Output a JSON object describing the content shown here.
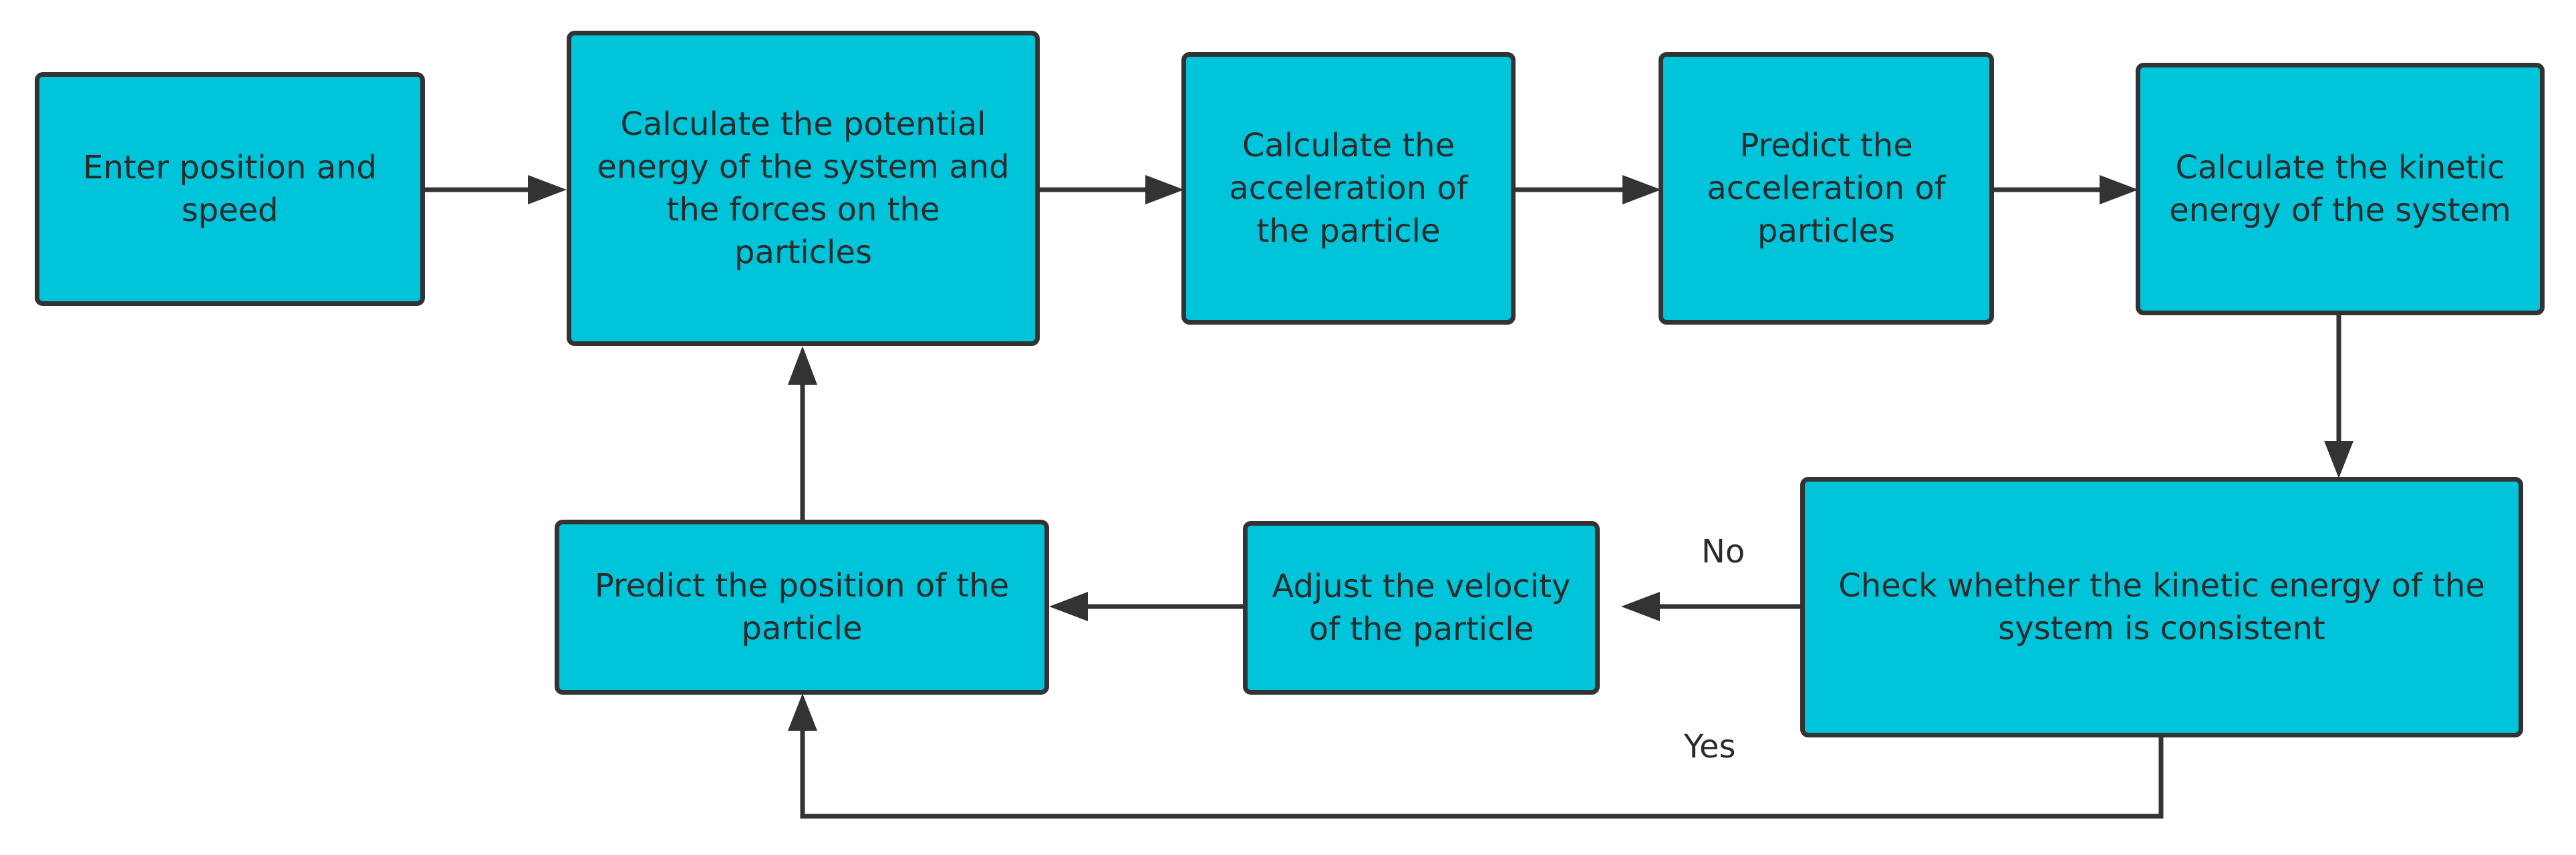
{
  "diagram": {
    "fill_color": "#00c5da",
    "stroke_color": "#333333",
    "text_color": "#2b2b2b",
    "nodes": [
      {
        "id": "enter",
        "label": "Enter position and speed"
      },
      {
        "id": "potential",
        "label": "Calculate the potential energy of the system and the forces on the particles"
      },
      {
        "id": "accel_calc",
        "label": "Calculate the acceleration of the particle"
      },
      {
        "id": "accel_predict",
        "label": "Predict the acceleration of particles"
      },
      {
        "id": "kinetic",
        "label": "Calculate the kinetic energy of the system"
      },
      {
        "id": "check",
        "label": "Check whether the kinetic energy of the system is consistent"
      },
      {
        "id": "adjust",
        "label": "Adjust the velocity of the particle"
      },
      {
        "id": "predict_pos",
        "label": "Predict the position of the particle"
      }
    ],
    "edges": [
      {
        "from": "enter",
        "to": "potential",
        "label": ""
      },
      {
        "from": "potential",
        "to": "accel_calc",
        "label": ""
      },
      {
        "from": "accel_calc",
        "to": "accel_predict",
        "label": ""
      },
      {
        "from": "accel_predict",
        "to": "kinetic",
        "label": ""
      },
      {
        "from": "kinetic",
        "to": "check",
        "label": ""
      },
      {
        "from": "check",
        "to": "adjust",
        "label": "No"
      },
      {
        "from": "adjust",
        "to": "predict_pos",
        "label": ""
      },
      {
        "from": "check",
        "to": "predict_pos",
        "label": "Yes"
      },
      {
        "from": "predict_pos",
        "to": "potential",
        "label": ""
      }
    ]
  }
}
